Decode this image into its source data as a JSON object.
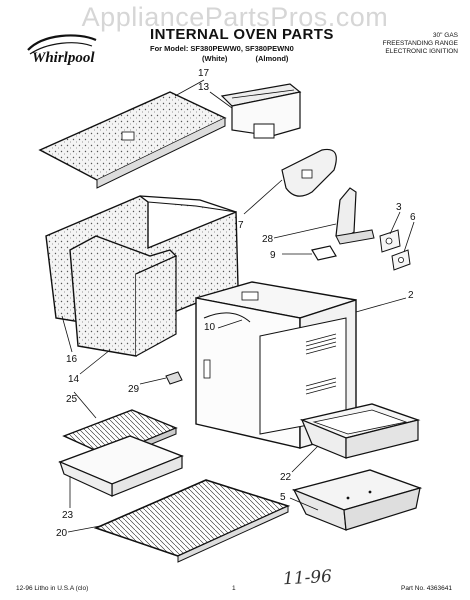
{
  "watermark": "AppliancePartsPros.com",
  "brand": "Whirlpool",
  "header": {
    "title": "INTERNAL OVEN PARTS",
    "models": "For Model: SF380PEWW0, SF380PEWN0",
    "colors": [
      "(White)",
      "(Almond)"
    ],
    "description": [
      "30\" GAS",
      "FREESTANDING RANGE",
      "ELECTRONIC IGNITION"
    ]
  },
  "callouts": {
    "c17": "17",
    "c13": "13",
    "c7": "7",
    "c3": "3",
    "c6": "6",
    "c28": "28",
    "c9": "9",
    "c2": "2",
    "c10": "10",
    "c16": "16",
    "c14": "14",
    "c29": "29",
    "c25": "25",
    "c22": "22",
    "c5": "5",
    "c23": "23",
    "c20": "20"
  },
  "footer": {
    "left": "12-96 Litho in U.S.A (clo)",
    "page": "1",
    "part_no": "Part No. 4363641"
  },
  "handwritten_note": "11-96"
}
